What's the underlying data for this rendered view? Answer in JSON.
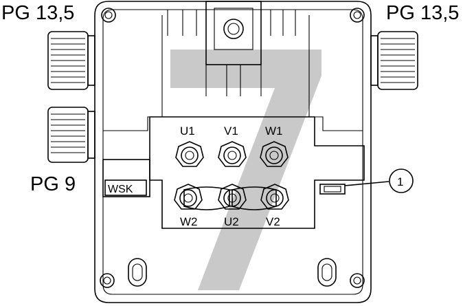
{
  "labels": {
    "gland_top_left": "PG 13,5",
    "gland_top_right": "PG 13,5",
    "gland_left": "PG 9",
    "wsk": "WSK",
    "callout": "1",
    "terminals_top": [
      "U1",
      "V1",
      "W1"
    ],
    "terminals_bottom": [
      "W2",
      "U2",
      "V2"
    ]
  },
  "watermark": {
    "glyph": "7",
    "color": "#c9c9c9"
  },
  "colors": {
    "line": "#000000",
    "background": "#ffffff",
    "watermark": "#c9c9c9"
  }
}
